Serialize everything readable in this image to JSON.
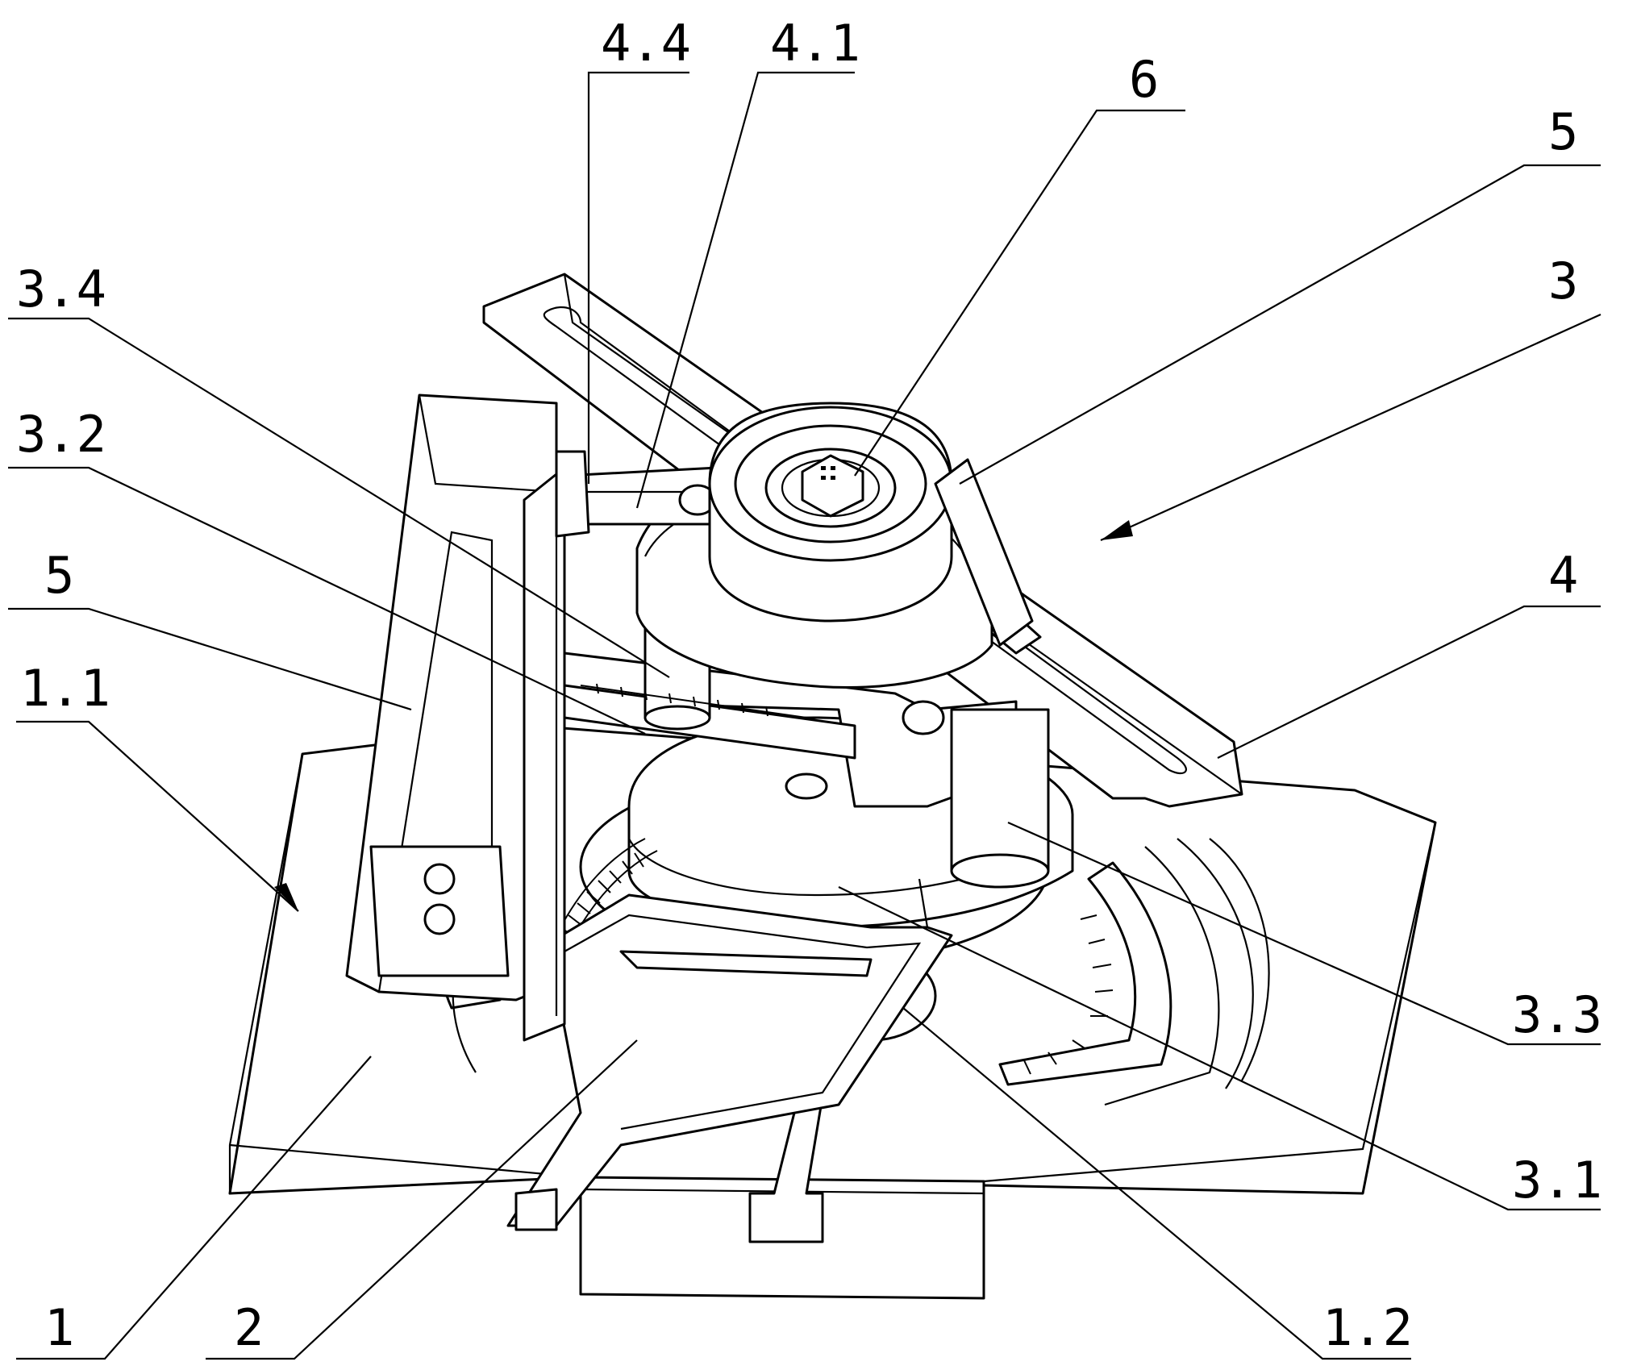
{
  "labels": [
    {
      "id": "4-4",
      "text": "4.4"
    },
    {
      "id": "4-1",
      "text": "4.1"
    },
    {
      "id": "6",
      "text": "6"
    },
    {
      "id": "5-top",
      "text": "5"
    },
    {
      "id": "3-4",
      "text": "3.4"
    },
    {
      "id": "3",
      "text": "3"
    },
    {
      "id": "3-2",
      "text": "3.2"
    },
    {
      "id": "5-left",
      "text": "5"
    },
    {
      "id": "4",
      "text": "4"
    },
    {
      "id": "1-1",
      "text": "1.1"
    },
    {
      "id": "3-3",
      "text": "3.3"
    },
    {
      "id": "3-1",
      "text": "3.1"
    },
    {
      "id": "1",
      "text": "1"
    },
    {
      "id": "2",
      "text": "2"
    },
    {
      "id": "1-2",
      "text": "1.2"
    }
  ],
  "colors": {
    "line": "#000000",
    "background": "#ffffff"
  }
}
